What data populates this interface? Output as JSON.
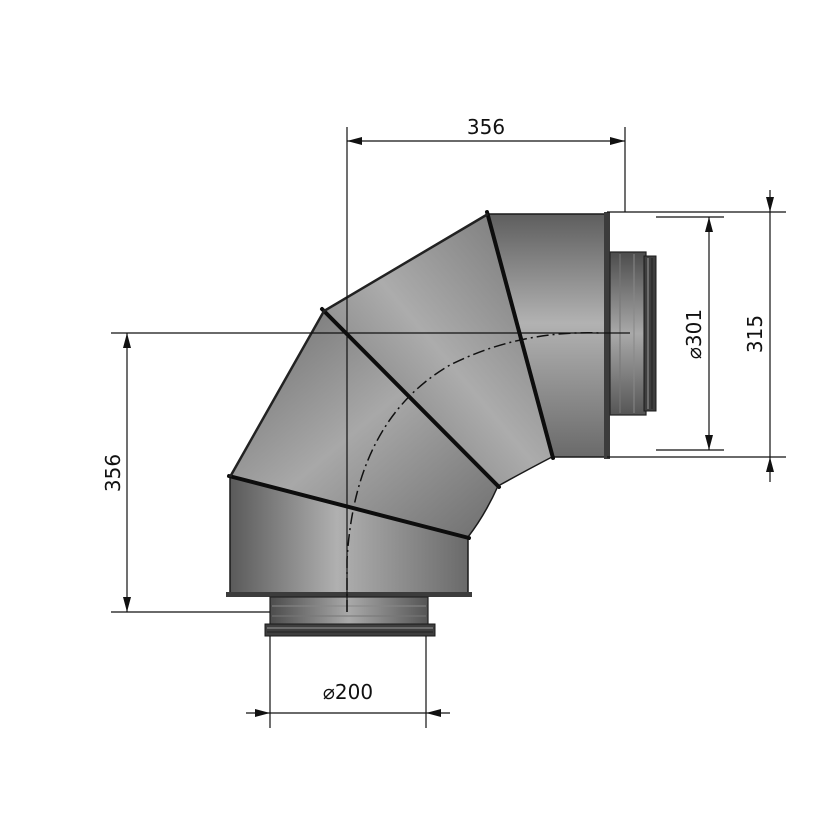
{
  "dimensions": {
    "top_width": "356",
    "left_height": "356",
    "outlet_diameter": "⌀301",
    "outlet_outer": "315",
    "inlet_diameter": "⌀200"
  },
  "colors": {
    "body_dark": "#5e5e5e",
    "body_mid": "#8a8a8a",
    "body_light": "#b4b4b4",
    "ink": "#111111"
  }
}
